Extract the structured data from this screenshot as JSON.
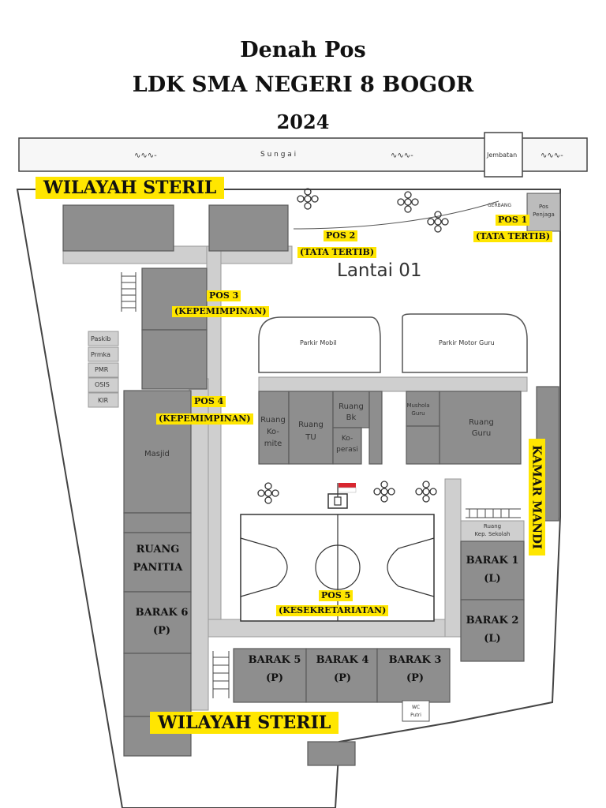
{
  "title": {
    "line1": "Denah Pos",
    "line2": "LDK SMA NEGERI 8 BOGOR",
    "line3": "2024"
  },
  "map": {
    "river": "S u n g a i",
    "bridge": "Jembatan",
    "gate": "GERBANG",
    "guard_post": [
      "Pos",
      "Penjaga"
    ],
    "floor": "Lantai 01",
    "parking_car": "Parkir Mobil",
    "parking_teacher": "Parkir Motor Guru",
    "rooms": {
      "komite": [
        "Ruang",
        "Ko-",
        "mite"
      ],
      "tu": [
        "Ruang",
        "TU"
      ],
      "bk": [
        "Ruang",
        "Bk"
      ],
      "koperasi": [
        "Ko-",
        "perasi"
      ],
      "mushola": [
        "Mushola",
        "Guru"
      ],
      "guru": [
        "Ruang",
        "Guru"
      ],
      "kepsek": [
        "Ruang",
        "Kep. Sekolah"
      ],
      "masjid": "Masjid",
      "wc": [
        "WC",
        "Putri"
      ]
    },
    "clubs": [
      "Paskib",
      "Prmka",
      "PMR",
      "OSIS",
      "KIR"
    ],
    "panitia": [
      "RUANG",
      "PANITIA"
    ],
    "barak": {
      "b1": [
        "BARAK 1",
        "(L)"
      ],
      "b2": [
        "BARAK 2",
        "(L)"
      ],
      "b3": [
        "BARAK 3",
        "(P)"
      ],
      "b4": [
        "BARAK 4",
        "(P)"
      ],
      "b5": [
        "BARAK 5",
        "(P)"
      ],
      "b6": [
        "BARAK 6",
        "(P)"
      ]
    }
  },
  "posts": {
    "pos1": {
      "name": "POS 1",
      "role": "(TATA TERTIB)"
    },
    "pos2": {
      "name": "POS 2",
      "role": "(TATA TERTIB)"
    },
    "pos3": {
      "name": "POS 3",
      "role": "(KEPEMIMPINAN)"
    },
    "pos4": {
      "name": "POS 4",
      "role": "(KEPEMIMPINAN)"
    },
    "pos5": {
      "name": "POS 5",
      "role": "(KESEKRETARIATAN)"
    }
  },
  "zones": {
    "steril_top": "WILAYAH STERIL",
    "steril_bottom": "WILAYAH STERIL",
    "kamar_mandi": "KAMAR MANDI"
  },
  "colors": {
    "highlight": "#ffe600",
    "room": "#8e8e8e",
    "walkway": "#cfcfcf"
  }
}
